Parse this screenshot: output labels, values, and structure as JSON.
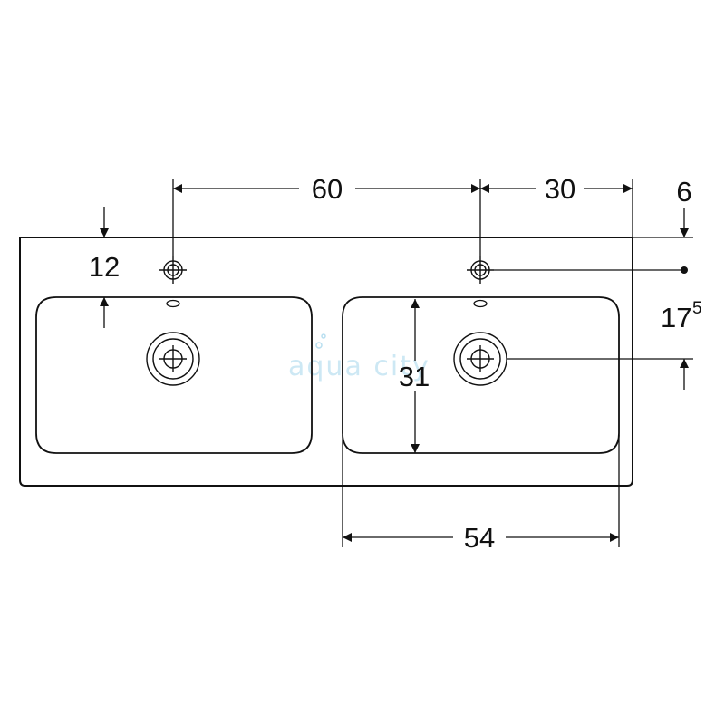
{
  "dimensions": {
    "tap_spacing": "60",
    "tap_to_edge": "30",
    "rim_offset": "6",
    "tap_hole_from_top": "12",
    "drain_offset_main": "17",
    "drain_offset_sup": "5",
    "basin_depth": "31",
    "basin_width": "54"
  },
  "watermark": {
    "text": "aqua city",
    "color": "#b9dff0"
  },
  "colors": {
    "line": "#111111",
    "background": "#ffffff"
  }
}
